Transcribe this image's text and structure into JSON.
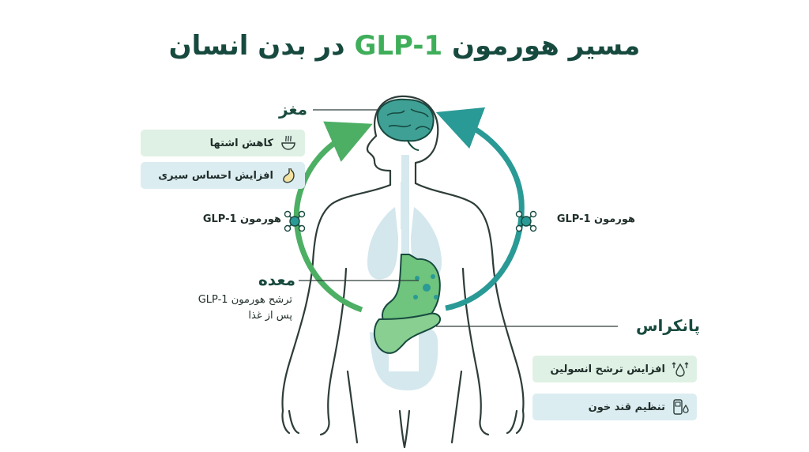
{
  "title": {
    "before": "مسیر هورمون",
    "accent": "GLP-1",
    "after": "در بدن انسان"
  },
  "brain": {
    "label": "مغز",
    "effects": [
      {
        "text": "کاهش اشتها",
        "icon": "bowl-icon"
      },
      {
        "text": "افزایش احساس سیری",
        "icon": "stomach-icon"
      }
    ]
  },
  "hormone_left": "هورمون GLP-1",
  "hormone_right": "هورمون GLP-1",
  "stomach": {
    "label": "معده",
    "line1": "ترشح هورمون GLP-1",
    "line2": "پس از غذا"
  },
  "pancreas": {
    "label": "پانکراس",
    "effects": [
      {
        "text": "افزایش ترشح انسولین",
        "icon": "insulin-drop-icon"
      },
      {
        "text": "تنظیم قند خون",
        "icon": "glucose-meter-icon"
      }
    ]
  },
  "colors": {
    "green": "#4caf64",
    "teal": "#2a9a96",
    "dark": "#174a3f",
    "outline": "#2e3d3a"
  }
}
